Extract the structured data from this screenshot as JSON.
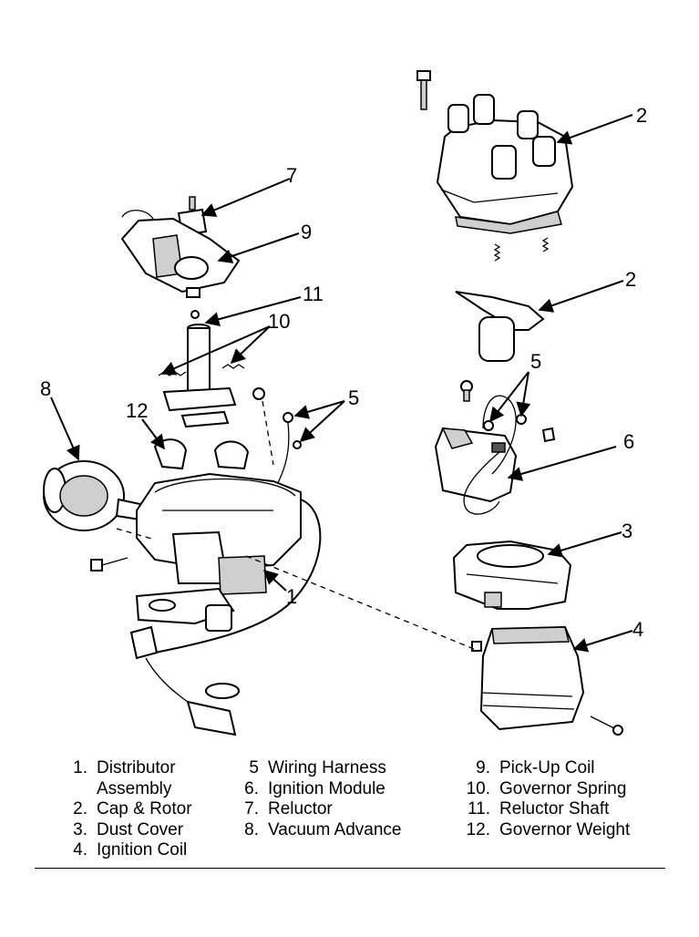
{
  "callouts": {
    "c1": "1",
    "c2a": "2",
    "c2b": "2",
    "c3": "3",
    "c4": "4",
    "c5a": "5",
    "c5b": "5",
    "c6": "6",
    "c7": "7",
    "c8": "8",
    "c9": "9",
    "c10": "10",
    "c11": "11",
    "c12": "12"
  },
  "legend": {
    "col1": [
      {
        "num": "1.",
        "text": "Distributor"
      },
      {
        "num": "",
        "text": "Assembly"
      },
      {
        "num": "2.",
        "text": "Cap & Rotor"
      },
      {
        "num": "3.",
        "text": "Dust Cover"
      },
      {
        "num": "4.",
        "text": "Ignition Coil"
      }
    ],
    "col2": [
      {
        "num": "5",
        "text": "Wiring Harness"
      },
      {
        "num": "6.",
        "text": "Ignition Module"
      },
      {
        "num": "7.",
        "text": "Reluctor"
      },
      {
        "num": "8.",
        "text": "Vacuum Advance"
      }
    ],
    "col3": [
      {
        "num": "9.",
        "text": "Pick-Up Coil"
      },
      {
        "num": "10.",
        "text": "Governor Spring"
      },
      {
        "num": "11.",
        "text": "Reluctor Shaft"
      },
      {
        "num": "12.",
        "text": "Governor Weight"
      }
    ]
  }
}
